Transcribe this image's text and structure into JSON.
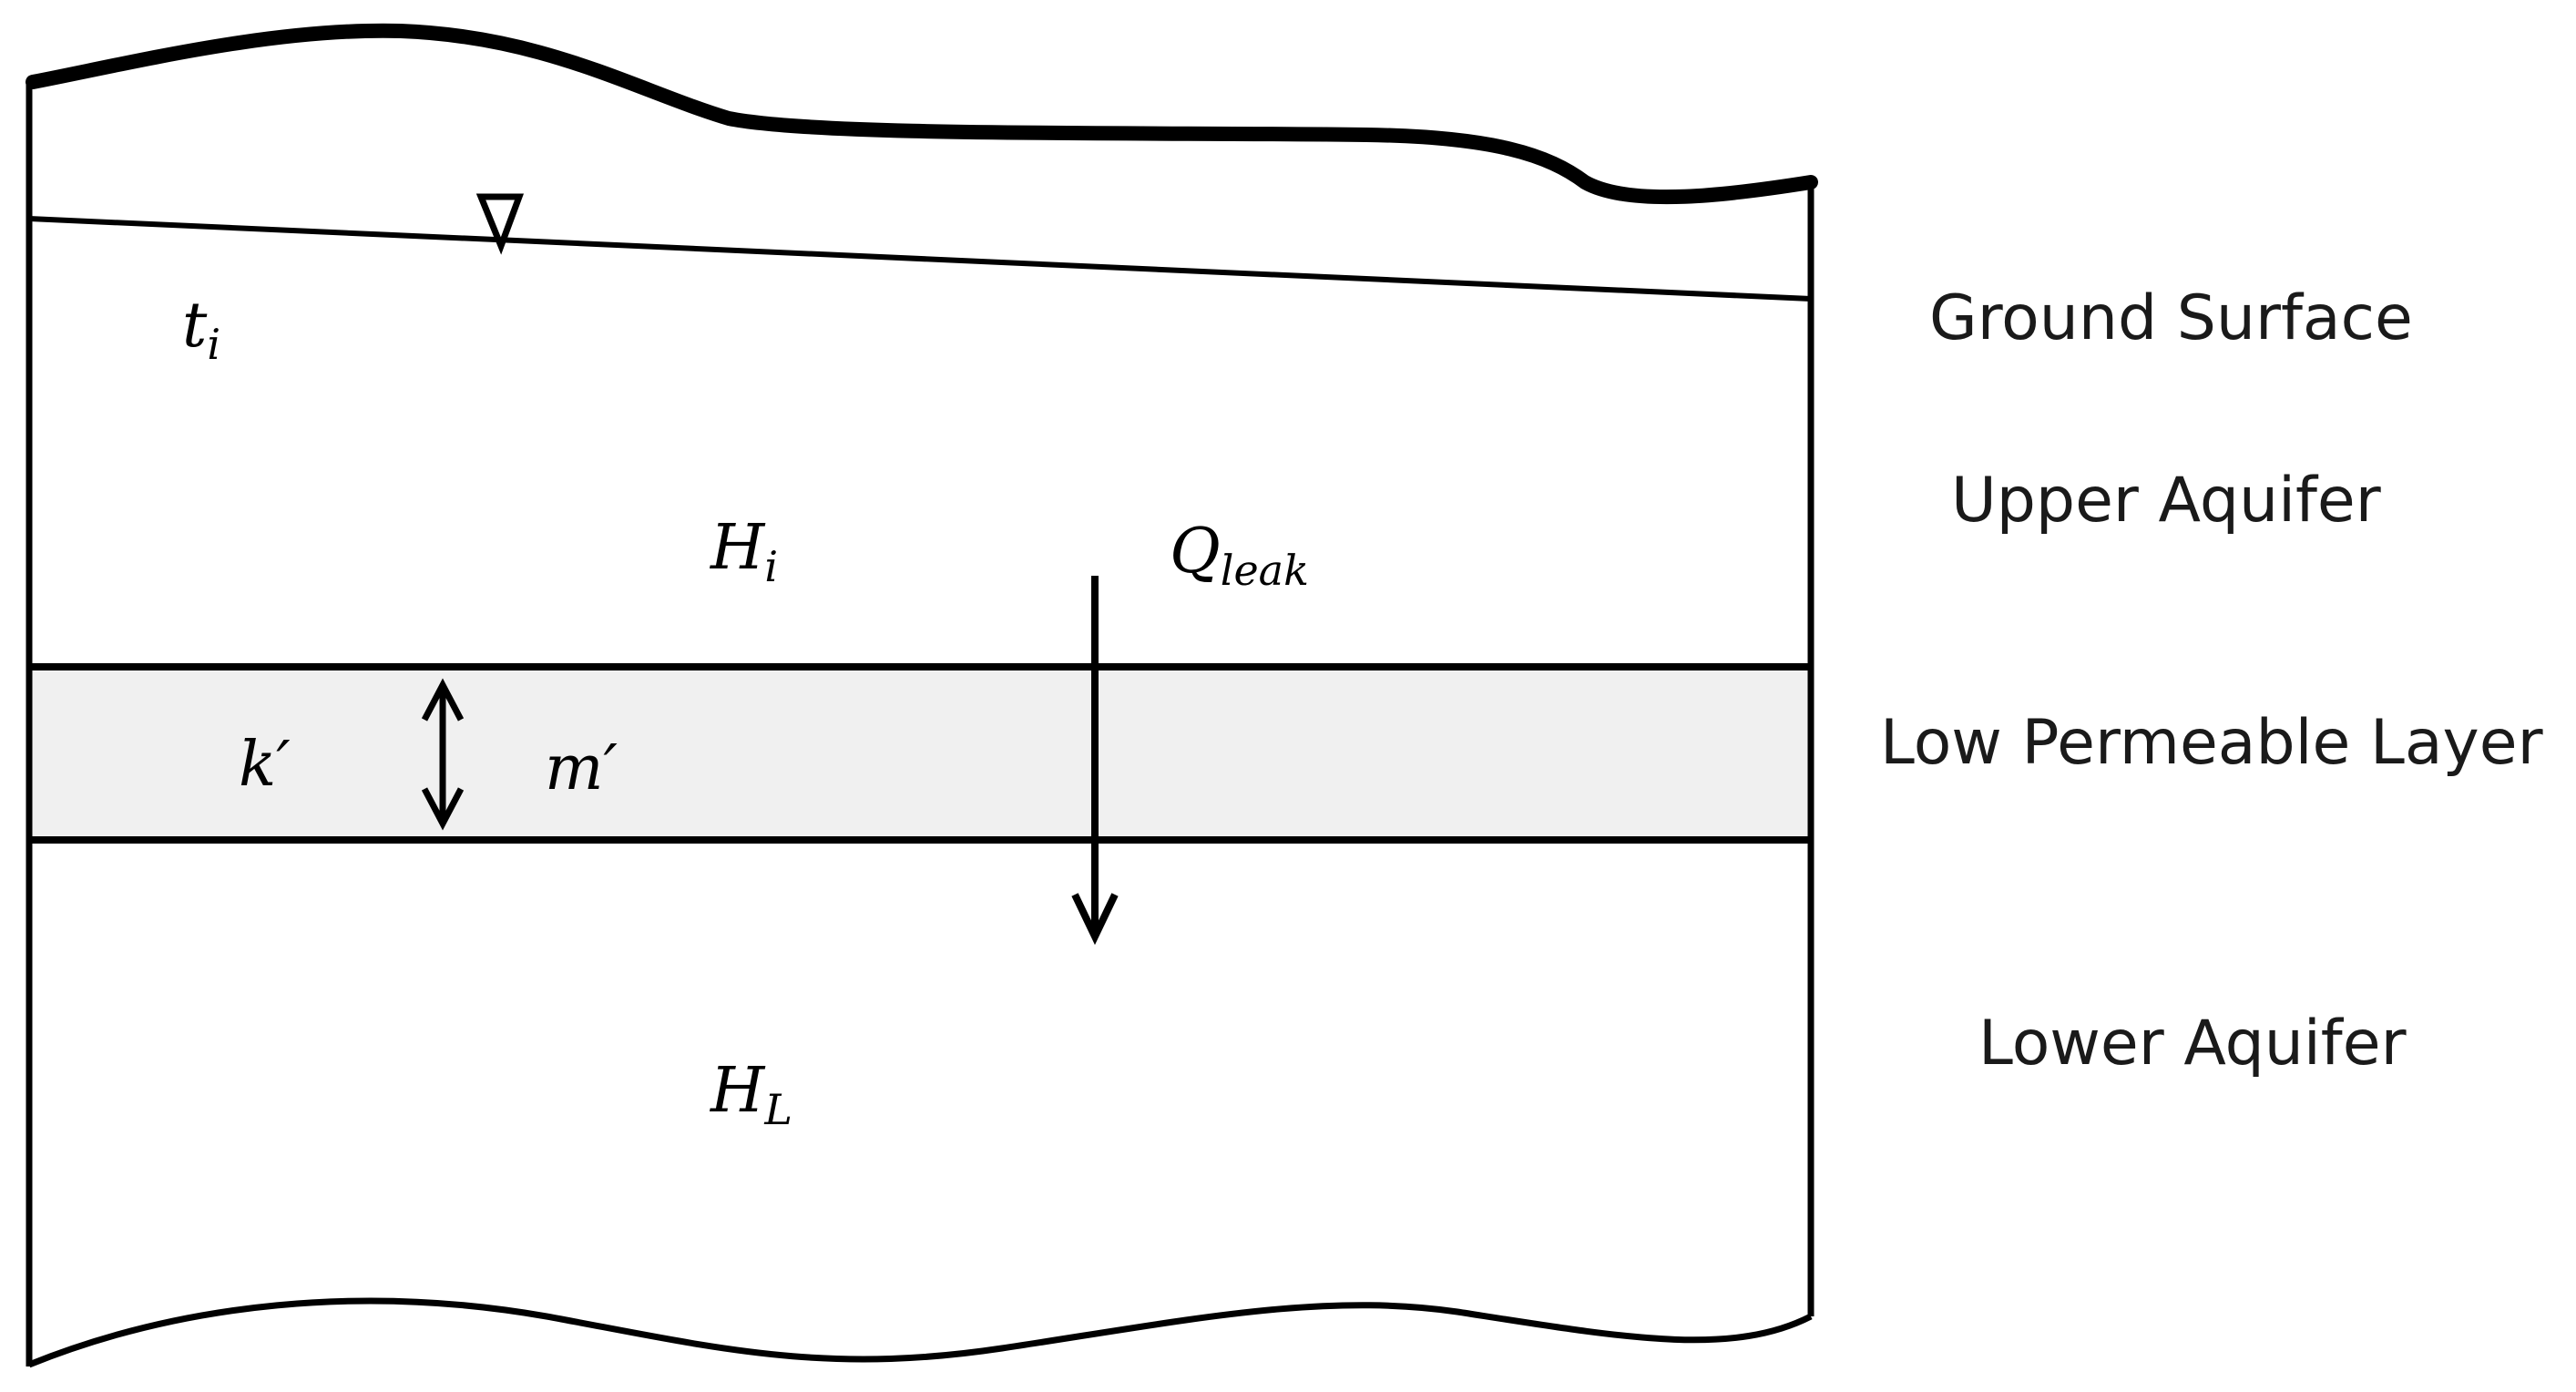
{
  "symbols": {
    "t_i": {
      "main": "t",
      "sub": "i"
    },
    "H_i": {
      "main": "H",
      "sub": "i"
    },
    "Q_leak": {
      "main": "Q",
      "sub": "leak"
    },
    "k_prime": {
      "main": "k′"
    },
    "m_prime": {
      "main": "m′"
    },
    "H_L": {
      "main": "H",
      "sub": "L"
    }
  },
  "labels": {
    "ground_surface": "Ground Surface",
    "upper_aquifer": "Upper Aquifer",
    "low_permeable_layer": "Low Permeable Layer",
    "lower_aquifer": "Lower Aquifer"
  },
  "colors": {
    "line": "#000000",
    "low_permeable_fill": "#f0f0f0",
    "background": "#ffffff"
  }
}
